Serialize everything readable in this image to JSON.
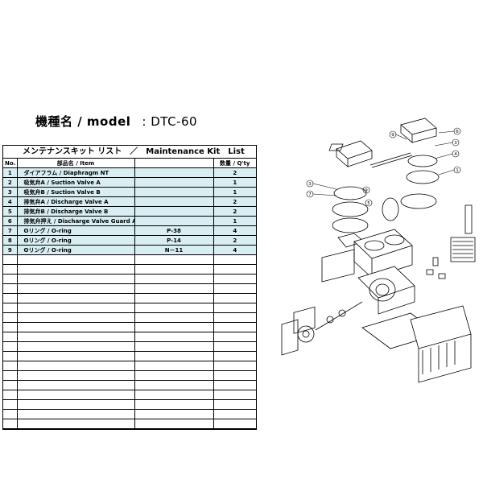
{
  "model": {
    "label": "機種名 / model",
    "value": ": DTC-60"
  },
  "kit": {
    "title": "メンテナンスキット リスト　／　Maintenance Kit　List",
    "headers": {
      "no": "No.",
      "item": "部品名 / Item",
      "spec": "",
      "qty": "数量 / Q'ty"
    },
    "rows": [
      {
        "no": "1",
        "item": "ダイアフラム / Diaphragm NT",
        "spec": "",
        "qty": "2"
      },
      {
        "no": "2",
        "item": "吸気弁A / Suction Valve A",
        "spec": "",
        "qty": "1"
      },
      {
        "no": "3",
        "item": "吸気弁B / Suction Valve B",
        "spec": "",
        "qty": "1"
      },
      {
        "no": "4",
        "item": "排気弁A / Discharge Valve A",
        "spec": "",
        "qty": "2"
      },
      {
        "no": "5",
        "item": "排気弁B / Discharge Valve B",
        "spec": "",
        "qty": "2"
      },
      {
        "no": "6",
        "item": "排気弁押え / Discharge Valve Guard A",
        "spec": "",
        "qty": "1"
      },
      {
        "no": "7",
        "item": "Oリング / O-ring",
        "spec": "P-38",
        "qty": "4"
      },
      {
        "no": "8",
        "item": "Oリング / O-ring",
        "spec": "P-14",
        "qty": "2"
      },
      {
        "no": "9",
        "item": "Oリング / O-ring",
        "spec": "N－11",
        "qty": "4"
      }
    ],
    "empty_rows": 18
  },
  "diagram": {
    "callouts": [
      "1",
      "2",
      "3",
      "4",
      "5",
      "6",
      "7",
      "8",
      "9"
    ]
  }
}
